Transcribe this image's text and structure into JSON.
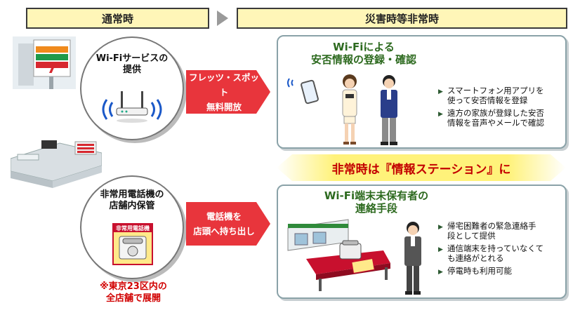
{
  "headers": {
    "normal": "通常時",
    "disaster": "災害時等非常時"
  },
  "wifi_circle": {
    "title_line1": "Wi-Fiサービスの",
    "title_line2": "提供"
  },
  "wifi_arrow": {
    "line1": "フレッツ・スポット",
    "line2": "無料開放"
  },
  "wifi_panel": {
    "title_line1": "Wi-Fiによる",
    "title_line2": "安否情報の登録・確認",
    "bullets": [
      {
        "line1": "スマートフォン用アプリを",
        "line2": "使って安否情報を登録"
      },
      {
        "line1": "遠方の家族が登録した安否",
        "line2": "情報を音声やメールで確認"
      }
    ]
  },
  "banner": {
    "text": "非常時は『情報ステーション』に"
  },
  "phone_circle": {
    "title_line1": "非常用電話機の",
    "title_line2": "店舗内保管",
    "box_label": "非常用電話機"
  },
  "phone_arrow": {
    "line1": "電話機を",
    "line2": "店頭へ持ち出し"
  },
  "phone_panel": {
    "title_line1": "Wi-Fi端末未保有者の",
    "title_line2": "連絡手段",
    "bullets": [
      {
        "line1": "帰宅困難者の緊急連絡手",
        "line2": "段として提供"
      },
      {
        "line1": "通信端末を持っていなくて",
        "line2": "も連絡がとれる"
      },
      {
        "line1": "停電時も利用可能",
        "line2": ""
      }
    ]
  },
  "note": {
    "line1": "※東京23区内の",
    "line2": "全店舗で展開"
  },
  "colors": {
    "header_fill": "#fff6b8",
    "arrow_red": "#e8353c",
    "title_green": "#2d6a1f",
    "banner_text": "#c30000",
    "banner_fill": "#ffeb3b",
    "note_red": "#d10000"
  }
}
